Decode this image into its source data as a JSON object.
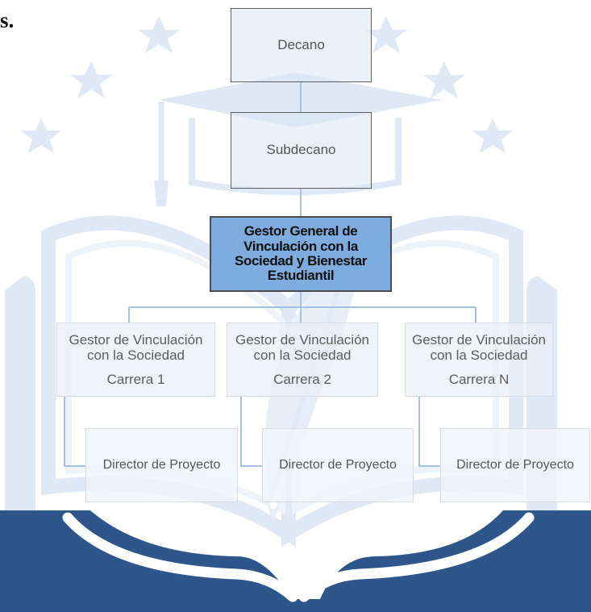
{
  "background_text": {
    "fragment": "s."
  },
  "watermark": {
    "icons": {
      "stars": "star-icon",
      "cap": "graduation-cap-icon",
      "book": "book-icon",
      "pen": "feather-pen-icon"
    },
    "colors": {
      "navy": "#2f568b",
      "light_blue": "#dfe9f5",
      "outline": "#c7d8eb"
    }
  },
  "org_chart": {
    "nodes": {
      "decano": "Decano",
      "subdecano": "Subdecano",
      "general": "Gestor General de Vinculación con la Sociedad y Bienestar Estudiantil",
      "carrera_1": {
        "title": "Gestor de Vinculación con la Sociedad",
        "career": "Carrera 1"
      },
      "carrera_2": {
        "title": "Gestor de Vinculación con la Sociedad",
        "career": "Carrera 2"
      },
      "carrera_n": {
        "title": "Gestor de Vinculación con la Sociedad",
        "career": "Carrera N"
      },
      "director_1": "Director de Proyecto",
      "director_2": "Director de Proyecto",
      "director_3": "Director de Proyecto"
    },
    "colors": {
      "box_fill": "#d8e5f4",
      "highlight_fill": "#74a6dc",
      "soft_box_fill": "#eaf0f8",
      "connector": "#a4c1e2"
    }
  }
}
